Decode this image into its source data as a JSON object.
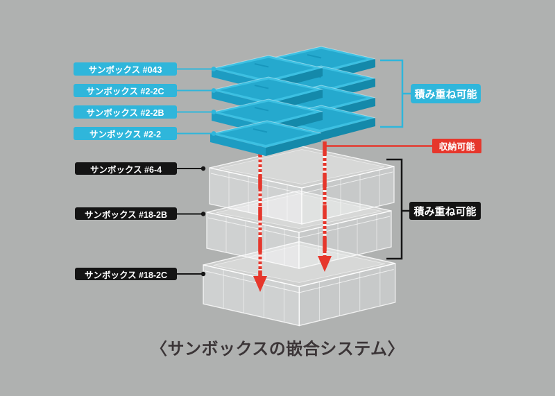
{
  "colors": {
    "background": "#AFB1B0",
    "cyan": "#2FB6DB",
    "red": "#E6372C",
    "black": "#141414",
    "caption_text": "#3B3537"
  },
  "lid_labels": [
    {
      "text": "サンボックス #043"
    },
    {
      "text": "サンボックス #2-2C"
    },
    {
      "text": "サンボックス #2-2B"
    },
    {
      "text": "サンボックス #2-2"
    }
  ],
  "crate_labels": [
    {
      "text": "サンボックス #6-4"
    },
    {
      "text": "サンボックス #18-2B"
    },
    {
      "text": "サンボックス #18-2C"
    }
  ],
  "right_annotations": [
    {
      "text": "積み重ね可能",
      "style": "cyan"
    },
    {
      "text": "収納可能",
      "style": "red"
    },
    {
      "text": "積み重ね可能",
      "style": "black"
    }
  ],
  "caption": "〈サンボックスの嵌合システム〉"
}
